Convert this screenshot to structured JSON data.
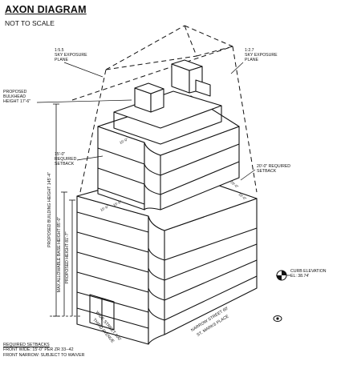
{
  "title": "AXON DIAGRAM",
  "subtitle": "NOT TO SCALE",
  "labels": {
    "sky_left": [
      "1:5.5",
      "SKY EXPOSURE",
      "PLANE"
    ],
    "sky_right": [
      "1:2.7",
      "SKY EXPOSURE",
      "PLANE"
    ],
    "bulkhead": [
      "PROPOSED",
      "BULKHEAD",
      "HEIGHT 17'-6\""
    ],
    "setback_15": [
      "15'-0\"",
      "REQUIRED",
      "SETBACK"
    ],
    "setback_20": [
      "20'-0\" REQUIRED",
      "SETBACK"
    ],
    "curb": [
      "CURB ELEVATION",
      "EL: 38.74'"
    ],
    "building_height": "PROPOSED BUILDING HEIGHT 145'-4\"",
    "max_base_height": "MAX ALLOWABLE BASE HEIGHT 85'-0\"",
    "proposed_height": "PROPOSED HEIGHT 81'-7\"",
    "wide_street": [
      "WIDE STREET 100'",
      "THIRD AVENUE"
    ],
    "narrow_street": [
      "NARROW STREET 60'",
      "ST. MARKS PLACE"
    ],
    "dims": [
      "15'-0\"",
      "20'-0\"",
      "10'-0\"",
      "15'-0\"",
      "15'-0\""
    ]
  },
  "footer": {
    "heading": "REQUIRED SETBACKS",
    "line1": "FRONT WIDE: 15'-0\" PER ZR 33--42",
    "line2": "FRONT NARROW: SUBJECT TO WAIVER"
  }
}
